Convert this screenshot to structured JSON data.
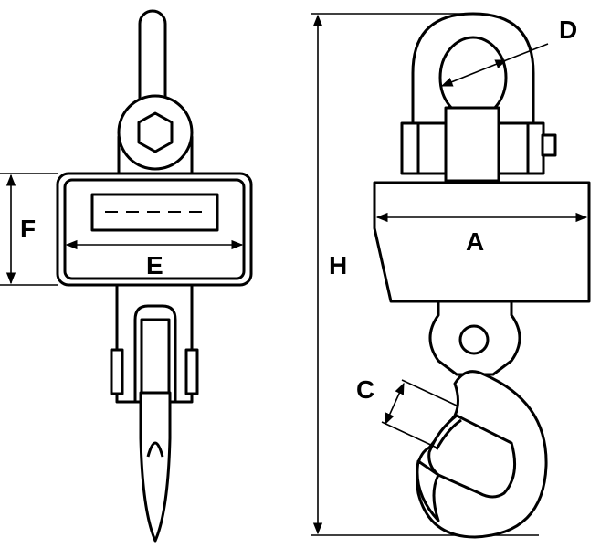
{
  "diagram": {
    "labels": {
      "A": "A",
      "C": "C",
      "D": "D",
      "E": "E",
      "F": "F",
      "H": "H"
    },
    "colors": {
      "line": "#000000",
      "background": "#ffffff"
    }
  }
}
